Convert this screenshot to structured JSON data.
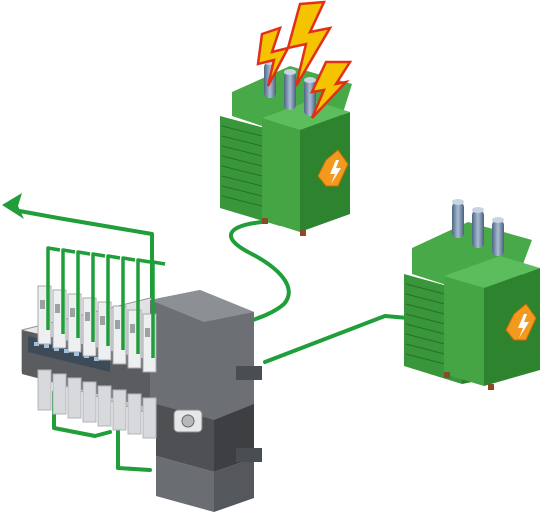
{
  "diagram": {
    "colors": {
      "background": "#ffffff",
      "wire": "#1f9e3a",
      "arrow": "#1f9e3a",
      "transformer_body": "#3a9a3a",
      "transformer_dark": "#2a7a2a",
      "transformer_light": "#52b552",
      "bushing": "#7f9ab8",
      "lightning_fill": "#f5c400",
      "lightning_stroke": "#e03018",
      "warning_fill": "#f39a1e",
      "switch_body": "#d9dadc",
      "switch_dark": "#58595b",
      "switch_panel": "#3d4a58"
    },
    "transformers": [
      {
        "name": "upper-transformer",
        "state": "faulted"
      },
      {
        "name": "lower-transformer",
        "state": "normal"
      }
    ],
    "icons": [
      "lightning-bolt-icon",
      "electric-hazard-icon",
      "output-arrow-icon"
    ],
    "feeder_count": 8
  }
}
